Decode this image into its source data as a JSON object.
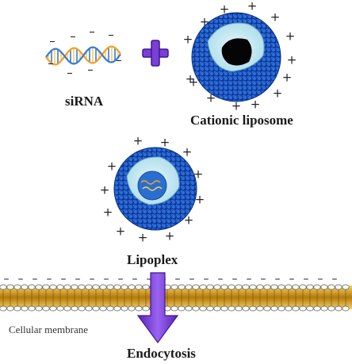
{
  "labels": {
    "sirna": "siRNA",
    "cationic_liposome": "Cationic liposome",
    "lipoplex": "Lipoplex",
    "cellular_membrane": "Cellular membrane",
    "endocytosis": "Endocytosis"
  },
  "symbols": {
    "plus": "+",
    "minus": "–"
  },
  "colors": {
    "lipid_head_blue": "#1f5fd0",
    "lipid_tail_light": "#bfe6f2",
    "plus_sign_purple": "#7a3fd6",
    "arrow_purple": "#8a4de6",
    "membrane_gold": "#d9a21a",
    "dna_orange": "#f0a030",
    "dna_blue": "#3a78d6"
  }
}
